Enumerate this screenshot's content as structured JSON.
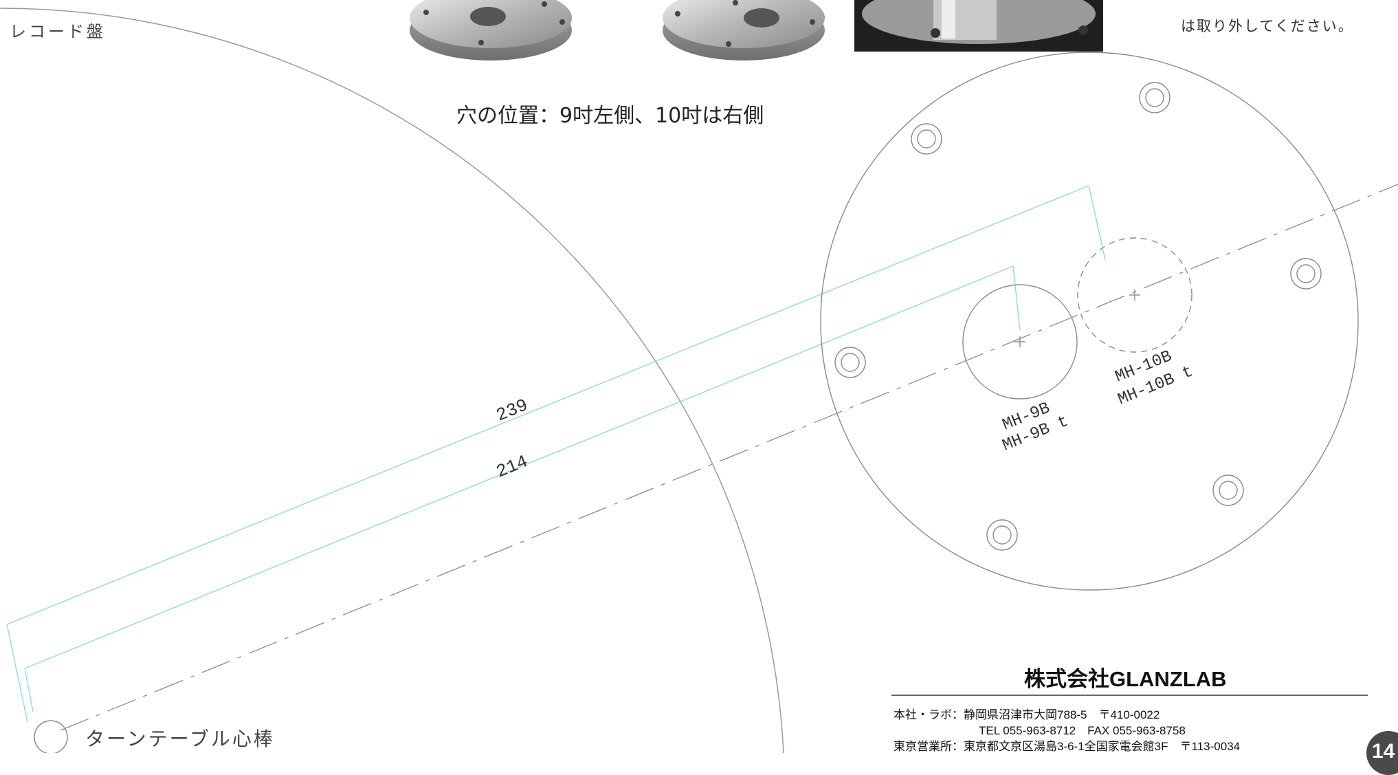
{
  "labels": {
    "record": "レコード盤",
    "hole_position": "穴の位置：9吋左側、10吋は右側",
    "remove_note": "は取り外してください。",
    "spindle": "ターンテーブル心棒"
  },
  "dimensions": {
    "outer": "239",
    "inner": "214"
  },
  "models": {
    "nine": [
      "MH-9B",
      "MH-9B t"
    ],
    "ten": [
      "MH-10B",
      "MH-10B t"
    ]
  },
  "company": {
    "name": "株式会社GLANZLAB",
    "hq_line": "本社・ラボ：静岡県沼津市大岡788-5　〒410-0022",
    "hq_tel": "TEL 055-963-8712　FAX 055-963-8758",
    "tokyo_line": "東京営業所：東京都文京区湯島3-6-1全国家電会館3F　〒113-0034"
  },
  "page_number": "14",
  "colors": {
    "line": "#808080",
    "dimension": "#7fd3e6",
    "text": "#333333"
  }
}
